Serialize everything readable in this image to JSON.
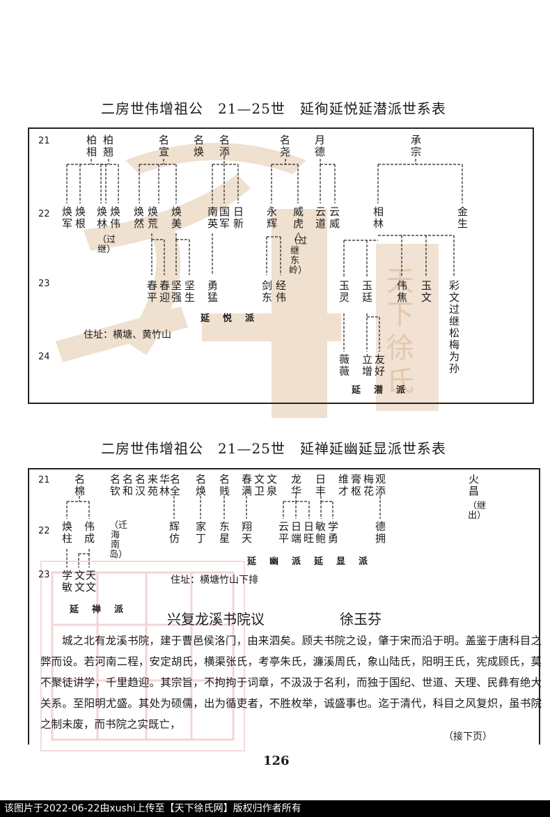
{
  "chart1": {
    "title": "二房世伟增祖公　21—25世　延徇延悦延潜派世系表",
    "generations": [
      "21",
      "22",
      "23",
      "24"
    ],
    "names": [
      {
        "id": "bobai",
        "text": "柏相"
      },
      {
        "id": "boe",
        "text": "柏翘"
      },
      {
        "id": "mingxuan",
        "text": "名宣"
      },
      {
        "id": "minghuan",
        "text": "名焕"
      },
      {
        "id": "mingtian",
        "text": "名添"
      },
      {
        "id": "mingyao",
        "text": "名尧"
      },
      {
        "id": "yuede",
        "text": "月德"
      },
      {
        "id": "chengzong",
        "text": "承宗"
      },
      {
        "id": "huanjun",
        "text": "焕军"
      },
      {
        "id": "huangen",
        "text": "焕根"
      },
      {
        "id": "huanlin",
        "text": "焕林"
      },
      {
        "id": "huanwei",
        "text": "焕伟"
      },
      {
        "id": "huanran",
        "text": "焕然"
      },
      {
        "id": "huanjiu",
        "text": "焕荒"
      },
      {
        "id": "huanmei",
        "text": "焕美"
      },
      {
        "id": "nanying",
        "text": "南英"
      },
      {
        "id": "guojun",
        "text": "国军"
      },
      {
        "id": "rixin",
        "text": "日新"
      },
      {
        "id": "yonghui",
        "text": "永辉"
      },
      {
        "id": "weihu",
        "text": "威虎△"
      },
      {
        "id": "yundao",
        "text": "云道"
      },
      {
        "id": "yunwei",
        "text": "云威"
      },
      {
        "id": "xianglin",
        "text": "相林"
      },
      {
        "id": "jinsheng",
        "text": "金生"
      },
      {
        "id": "chunping",
        "text": "春平"
      },
      {
        "id": "chunying",
        "text": "春迎"
      },
      {
        "id": "jianqiang",
        "text": "坚强"
      },
      {
        "id": "jiansheng",
        "text": "坚生"
      },
      {
        "id": "yongmeng",
        "text": "勇猛"
      },
      {
        "id": "jiandong",
        "text": "剑东"
      },
      {
        "id": "jingwei",
        "text": "经伟"
      },
      {
        "id": "yuling",
        "text": "玉灵"
      },
      {
        "id": "yuting",
        "text": "玉廷"
      },
      {
        "id": "weijiao",
        "text": "伟焦"
      },
      {
        "id": "yuwen",
        "text": "玉文"
      },
      {
        "id": "caiwen",
        "text": "彩文过继松梅为孙"
      },
      {
        "id": "weiwei",
        "text": "薇薇"
      },
      {
        "id": "lizeng",
        "text": "立增"
      },
      {
        "id": "youhao",
        "text": "友好"
      }
    ],
    "notes": {
      "guoji1": "（过继）",
      "guoji2": "（过继东岭）"
    },
    "labels": {
      "yanyue": "延　悦　派",
      "yanqian": "延　潜　派"
    },
    "residence": "住址：横塘、黄竹山"
  },
  "chart2": {
    "title": "二房世伟增祖公　21—25世　延禅延幽延显派世系表",
    "generations": [
      "21",
      "22",
      "23"
    ],
    "names": [
      {
        "id": "mingmian",
        "text": "名棉"
      },
      {
        "id": "mingqin",
        "text": "名钦"
      },
      {
        "id": "minghe",
        "text": "名和"
      },
      {
        "id": "minghan",
        "text": "名汉"
      },
      {
        "id": "laiyuan",
        "text": "来苑"
      },
      {
        "id": "hualin",
        "text": "华林"
      },
      {
        "id": "mingquan",
        "text": "名全"
      },
      {
        "id": "minghuan2",
        "text": "名焕"
      },
      {
        "id": "mingjian",
        "text": "名贱"
      },
      {
        "id": "chunman",
        "text": "春满"
      },
      {
        "id": "wenwei",
        "text": "文卫"
      },
      {
        "id": "wenquan",
        "text": "文泉"
      },
      {
        "id": "longhua",
        "text": "龙华"
      },
      {
        "id": "rifeng",
        "text": "日丰"
      },
      {
        "id": "weicai",
        "text": "维才"
      },
      {
        "id": "gaoji",
        "text": "膏枢"
      },
      {
        "id": "meihua",
        "text": "梅花"
      },
      {
        "id": "guantian",
        "text": "观添"
      },
      {
        "id": "huochang",
        "text": "火昌"
      },
      {
        "id": "huanzhu",
        "text": "焕柱"
      },
      {
        "id": "weicheng",
        "text": "伟成"
      },
      {
        "id": "huifang",
        "text": "辉仿"
      },
      {
        "id": "jiading",
        "text": "家丁"
      },
      {
        "id": "dongxing",
        "text": "东星"
      },
      {
        "id": "xiangtian",
        "text": "翔天"
      },
      {
        "id": "yunping",
        "text": "云平"
      },
      {
        "id": "riduan",
        "text": "日端"
      },
      {
        "id": "riwang",
        "text": "日旺"
      },
      {
        "id": "minbao",
        "text": "敏鲍"
      },
      {
        "id": "xueyong",
        "text": "学勇"
      },
      {
        "id": "deyong",
        "text": "德拥"
      },
      {
        "id": "xuemin",
        "text": "学敏"
      },
      {
        "id": "wenwen",
        "text": "文文"
      },
      {
        "id": "tianwen",
        "text": "天文"
      }
    ],
    "notes": {
      "qianhainan": "（迁海南岛）",
      "jichu": "（继出）"
    },
    "labels": {
      "yanchan": "延　禅　派",
      "yanyouyanxian": "延　幽　派　延　显　派"
    },
    "residence": "住址：横塘竹山下排"
  },
  "essay": {
    "title": "兴复龙溪书院议",
    "author": "徐玉芬",
    "paragraph": "城之北有龙溪书院，建于曹邑侯洛门，由来泗矣。顾夫书院之设，肇于宋而沿于明。盖鉴于唐科目之弊而设。若河南二程，安定胡氏，横渠张氏，考亭朱氏，濂溪周氏，象山陆氏，阳明王氏，宪成顾氏，莫不聚徒讲学，千里趋迎。其宗旨，不拘拘于词章，不汲汲于名利，而独于国纪、世道、天理、民彝有绝大关系。至阳明尤盛。其处为硕儒，出为循吏者，不胜枚举，诚盛事也。迄于清代，科目之风复炽，虽书院之制未废，而书院之实既亡，",
    "continued": "（接下页）"
  },
  "page_number": "126",
  "footer": "该图片于2022-06-22由xushi上传至【天下徐氏网】版权归作者所有",
  "watermark": {
    "brand_text": "天下徐氏",
    "color": "#e8d5c0"
  }
}
